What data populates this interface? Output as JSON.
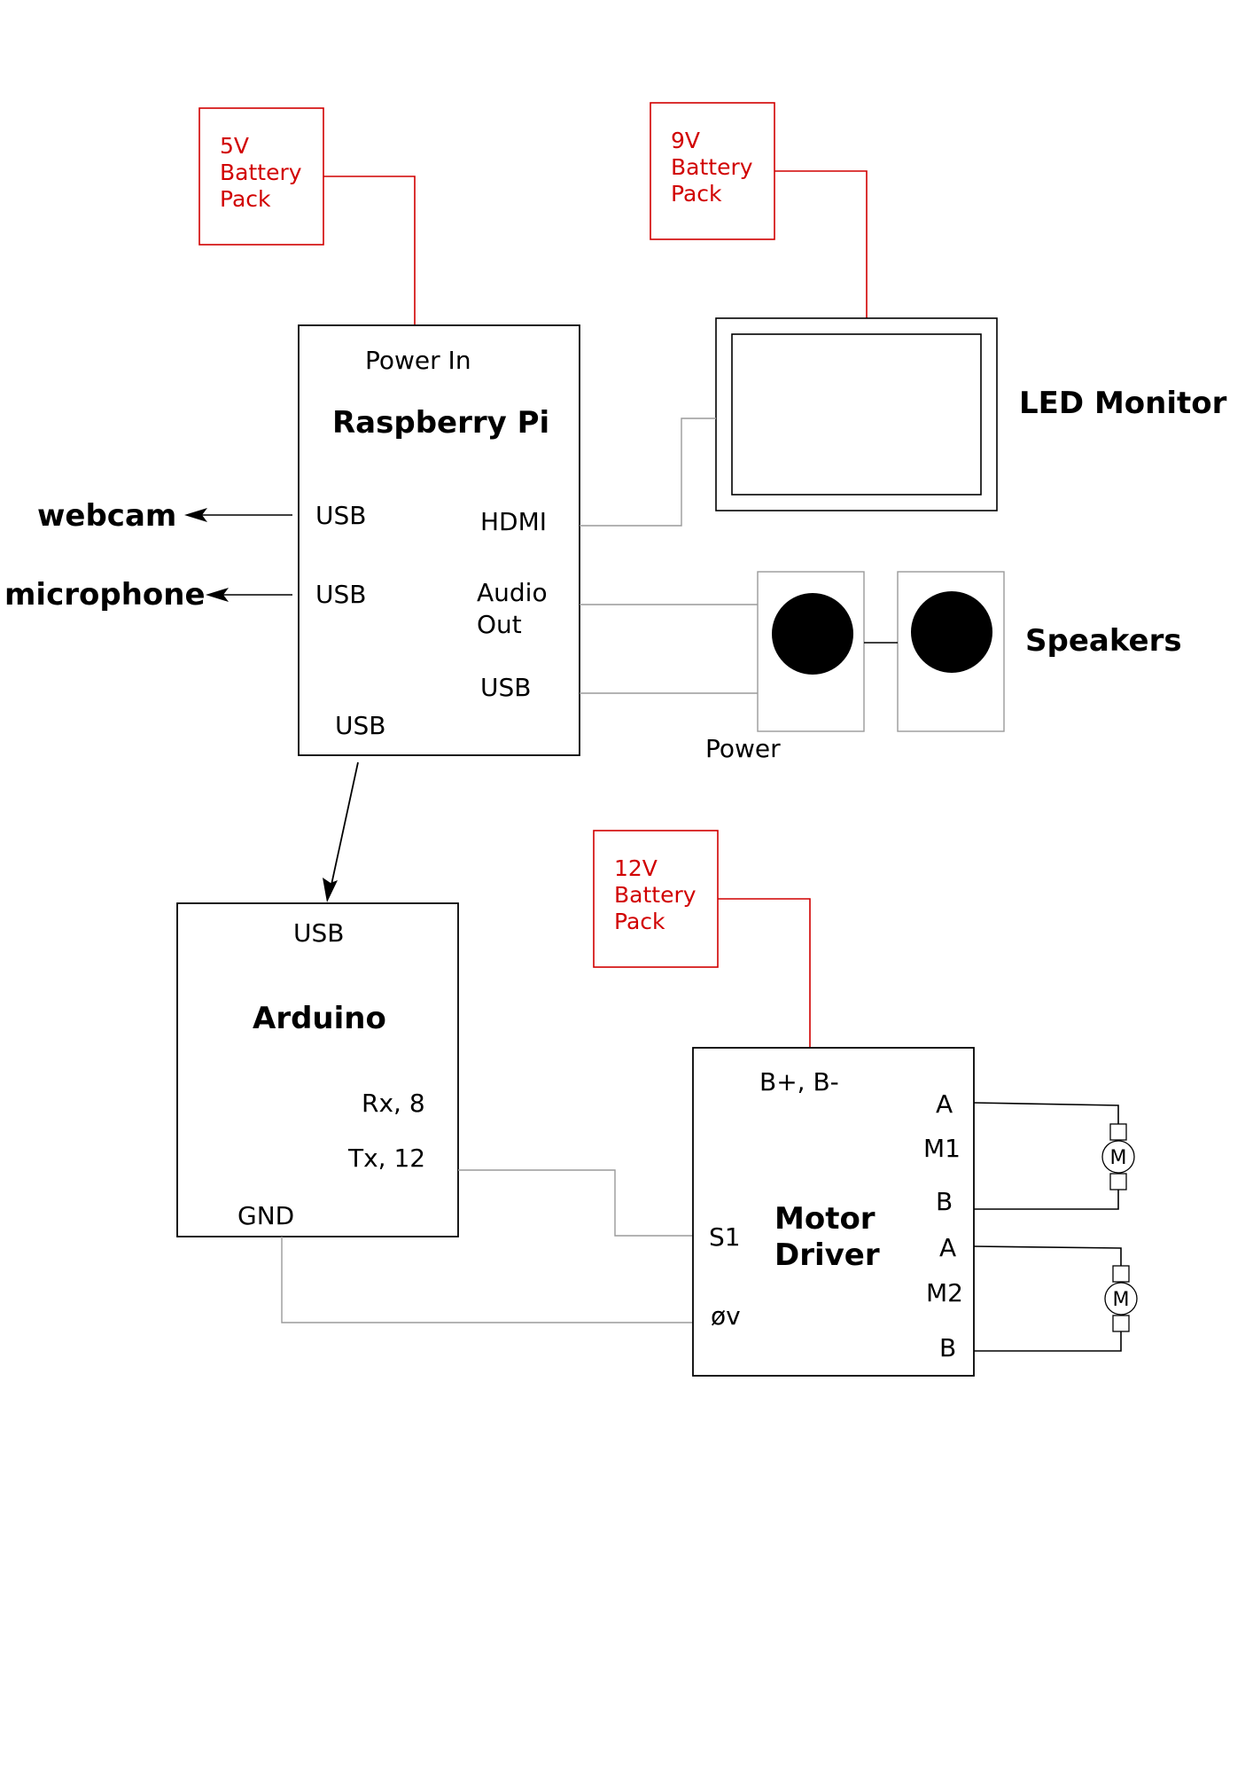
{
  "colors": {
    "battery": "#d10000",
    "line": "#000000",
    "wire": "#9a9a9a",
    "background": "#ffffff"
  },
  "batteries": [
    {
      "id": "5v",
      "lines": [
        "5V",
        "Battery",
        "Pack"
      ]
    },
    {
      "id": "9v",
      "lines": [
        "9V",
        "Battery",
        "Pack"
      ]
    },
    {
      "id": "12v",
      "lines": [
        "12V",
        "Battery",
        "Pack"
      ]
    }
  ],
  "raspberry_pi": {
    "title": "Raspberry Pi",
    "power_in": "Power In",
    "usb_left_1": "USB",
    "usb_left_2": "USB",
    "usb_bottom": "USB",
    "hdmi": "HDMI",
    "audio_out": [
      "Audio",
      "Out"
    ],
    "usb_right": "USB"
  },
  "peripherals": {
    "webcam": "webcam",
    "microphone": "microphone",
    "led_monitor": "LED Monitor",
    "speakers": "Speakers",
    "speakers_power": "Power"
  },
  "arduino": {
    "title": "Arduino",
    "usb": "USB",
    "rx": "Rx, 8",
    "tx": "Tx, 12",
    "gnd": "GND"
  },
  "motor_driver": {
    "title": [
      "Motor",
      "Driver"
    ],
    "power": "B+, B-",
    "s1": "S1",
    "ov": "øv",
    "m1": {
      "a": "A",
      "label": "M1",
      "b": "B"
    },
    "m2": {
      "a": "A",
      "label": "M2",
      "b": "B"
    }
  },
  "motor_symbol": "M"
}
